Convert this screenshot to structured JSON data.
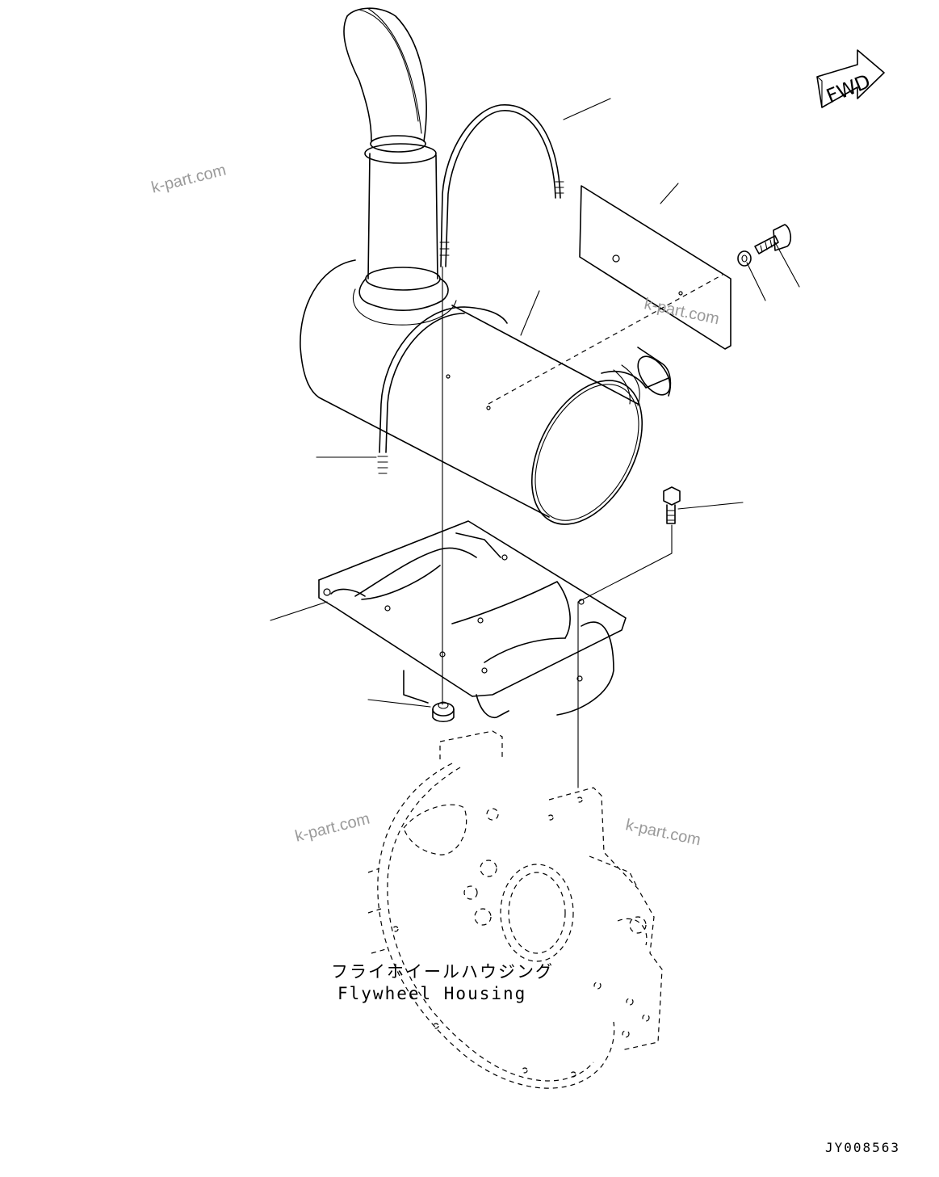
{
  "direction_marker": {
    "text": "FWD"
  },
  "callout_label": {
    "japanese": "フライホイールハウジング",
    "english": "Flywheel Housing"
  },
  "drawing_code": "JY008563",
  "watermarks": [
    "k-part.com",
    "k-part.com",
    "k-part.com",
    "k-part.com"
  ],
  "parts": [
    "exhaust-stack",
    "muffler",
    "u-bolt-clamp",
    "heat-shield-plate",
    "bracket",
    "flange-bolt",
    "washer",
    "flange-nut",
    "flywheel-housing"
  ]
}
